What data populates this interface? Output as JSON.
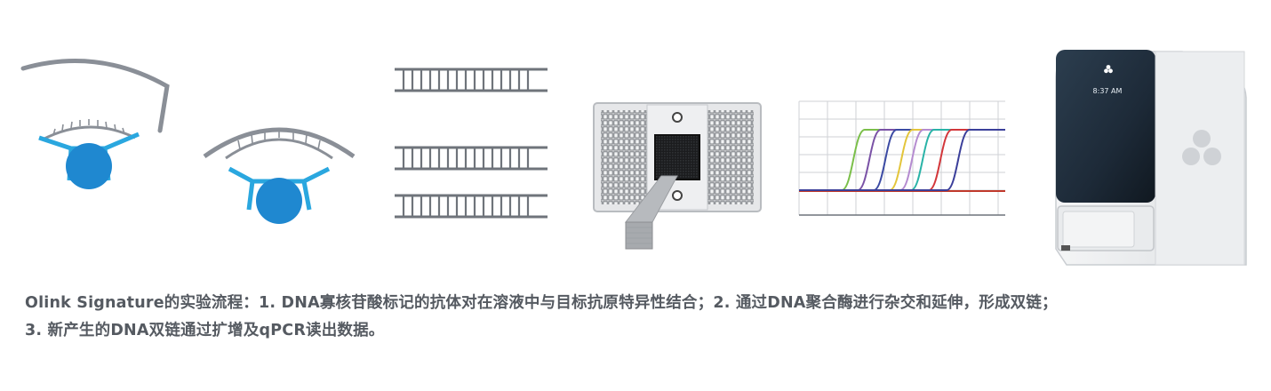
{
  "figure": {
    "steps": [
      {
        "name": "antibody-probe-binding-bound"
      },
      {
        "name": "antibody-probe-binding-pair"
      },
      {
        "name": "dna-double-strands"
      },
      {
        "name": "microfluidic-chip"
      },
      {
        "name": "qpcr-amplification-curves"
      },
      {
        "name": "signature-instrument"
      }
    ],
    "instrument_screen": {
      "time": "8:37 AM"
    },
    "colors": {
      "probe_gray": "#8a8f97",
      "probe_blue": "#2aa7df",
      "antigen_blue": "#1f88d0",
      "ladder": "#6f747b",
      "caption": "#555a61"
    }
  },
  "caption": {
    "line1": "Olink Signature的实验流程：1. DNA寡核苷酸标记的抗体对在溶液中与目标抗原特异性结合；2. 通过DNA聚合酶进行杂交和延伸，形成双链；",
    "line2": "3. 新产生的DNA双链通过扩增及qPCR读出数据。"
  }
}
